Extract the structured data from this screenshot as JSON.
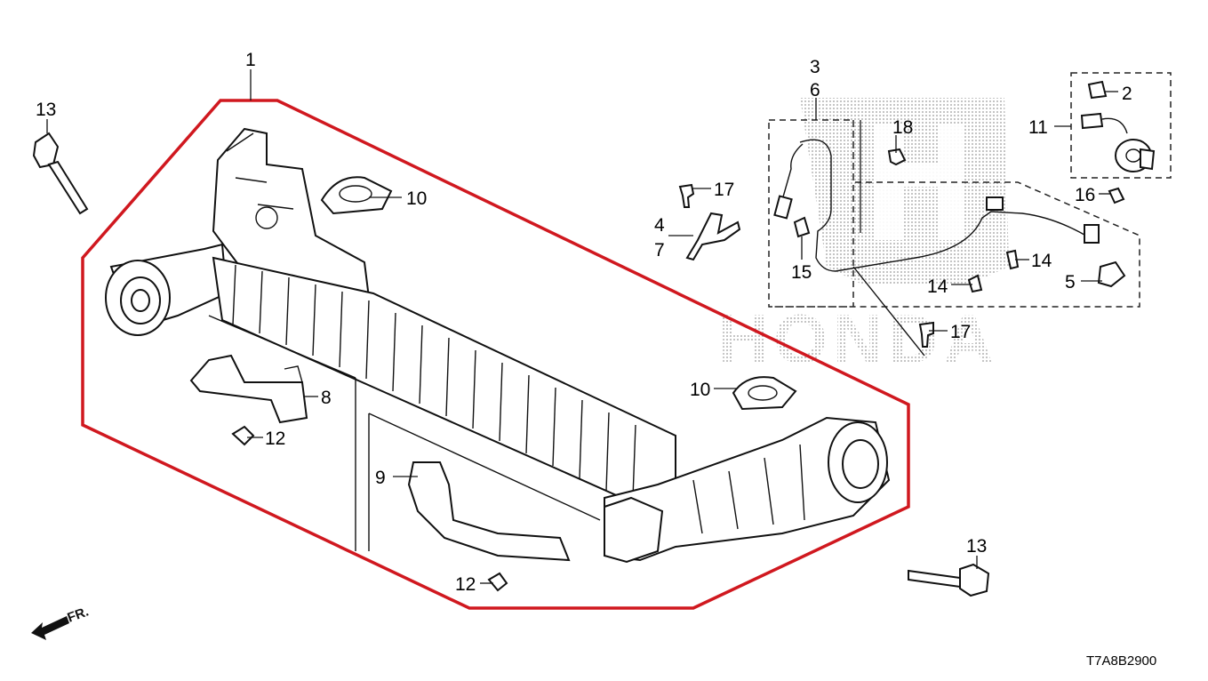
{
  "watermark": {
    "brand_text": "HONDA"
  },
  "callouts": [
    "1",
    "13",
    "10",
    "8",
    "12",
    "9",
    "12",
    "10",
    "13",
    "17",
    "4",
    "7",
    "3",
    "6",
    "18",
    "15",
    "14",
    "14",
    "17",
    "11",
    "2",
    "16",
    "5"
  ],
  "orientation": {
    "front_label": "FR."
  },
  "diagram_code": "T7A8B2900",
  "colors": {
    "highlight_outline": "#d0181f",
    "line_art": "#111111",
    "watermark_dots": "#9a9a9a"
  }
}
